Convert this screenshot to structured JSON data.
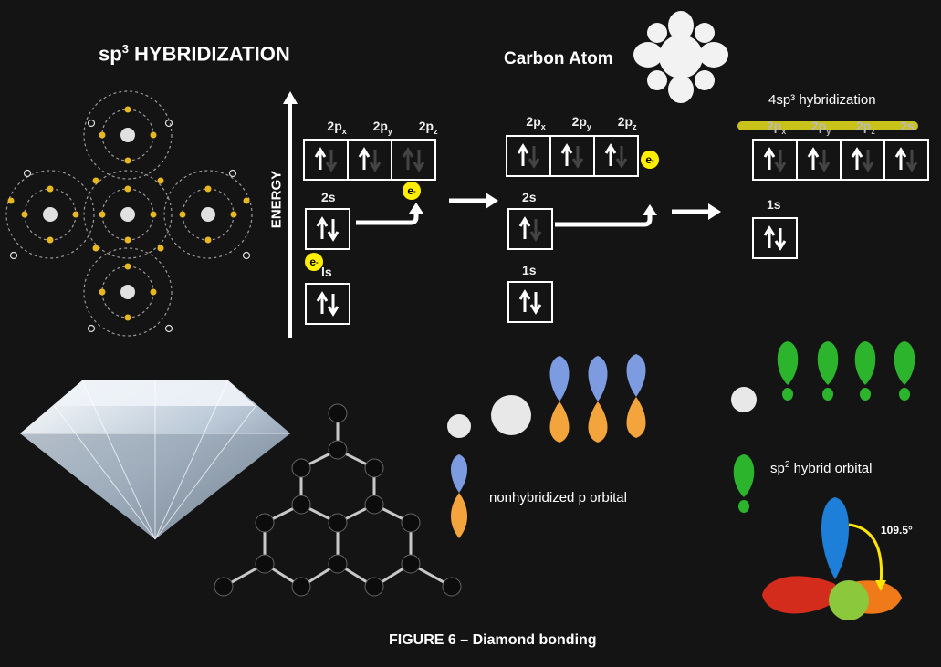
{
  "headings": {
    "sp3_base": "sp",
    "sp3_sup": "3",
    "sp3_rest": " HYBRIDIZATION",
    "carbon_atom": "Carbon Atom",
    "hybrid4": "4sp³ hybridization",
    "energy": "ENERGY"
  },
  "orbitals": {
    "p_base": "2p",
    "px": "x",
    "py": "y",
    "pz": "z",
    "s2": "2s",
    "s1": "1s",
    "s1_alt": "ls",
    "electron": "e",
    "electron_sup": "-"
  },
  "labels": {
    "nonhybridized": "nonhybridized  p orbital",
    "sp2_base": "sp",
    "sp2_sup": "2",
    "sp2_rest": " hybrid orbital",
    "angle": "109.5°",
    "figure_caption": "FIGURE 6 – Diamond bonding"
  },
  "colors": {
    "background": "#141414",
    "electron_yellow": "#ffee00",
    "highlight": "#c8c21a",
    "p_blue": "#7d9be0",
    "p_orange": "#f4a43c",
    "sp2_green": "#2cb52c"
  }
}
